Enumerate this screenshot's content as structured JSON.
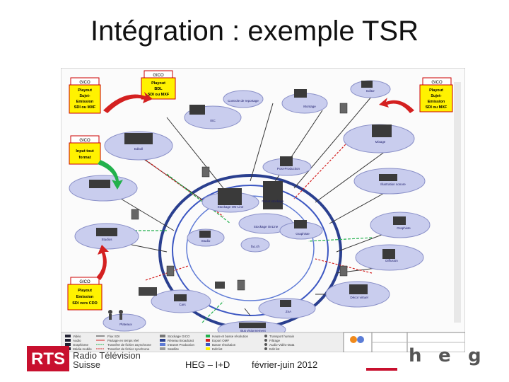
{
  "slide": {
    "title": "Intégration : exemple TSR",
    "footer_left": "HEG – I+D",
    "footer_right": "février-juin 2012",
    "heg_letters": [
      "h",
      "e",
      "g"
    ]
  },
  "logo": {
    "rts": "RTS",
    "line1": "Radio Télévision",
    "line2": "Suisse"
  },
  "diagram": {
    "gico_boxes": [
      {
        "tag": "GICO",
        "text": [
          "Playout",
          "Sujet-",
          "Emission",
          "SDI ou MXF"
        ]
      },
      {
        "tag": "GICO",
        "text": [
          "Playout",
          "BDL",
          "SDI ou MXF"
        ]
      },
      {
        "tag": "GICO",
        "text": [
          "Playout",
          "Sujet-",
          "Emission",
          "SDI ou MXF"
        ]
      },
      {
        "tag": "GICO",
        "text": [
          "Input tout",
          "format"
        ]
      },
      {
        "tag": "GICO",
        "text": [
          "Playout",
          "Emission",
          "SDI vers CDD"
        ]
      }
    ],
    "nodes": [
      "Controle de reportage",
      "Montage",
      "Editor",
      "Editoll",
      "Mixage",
      "ISC",
      "Post-Production",
      "Illustration sonore",
      "Stockage ON-Line",
      "Robot stockage",
      "Stockage OnLine",
      "Graphiste",
      "Studios",
      "Studio",
      "Graphiste",
      "Diffusion",
      "Décor virtuel",
      "Cars",
      "ZnA",
      "Bus visionnement",
      "Plateaux",
      "Graphiste"
    ],
    "legend_col1": [
      "Vidéo",
      "Audio",
      "Graphisme",
      "Média mobile"
    ],
    "legend_col2": [
      "Flux SDI",
      "Partage en temps réel",
      "Transfert de fichier asynchrone",
      "Transfert de fichier synchrone"
    ],
    "legend_col3": [
      "Stockage GICO",
      "Réseau Broadcast",
      "Intranet Production",
      "Satellite"
    ],
    "legend_col4": [
      "Haute et basse résolution",
      "Export OMF",
      "Basse résolution",
      "Edit list"
    ],
    "legend_col5": [
      "Transport humain",
      "Filtrage",
      "Audio-Vidéo-Data",
      "Edit list"
    ],
    "colors": {
      "accent": "#c8102e",
      "ring": "#2a3f8f",
      "node_fill": "#c9cdee",
      "gico_fill": "#fff200",
      "red_arrow": "#d42020",
      "green_arrow": "#22b14c"
    }
  }
}
